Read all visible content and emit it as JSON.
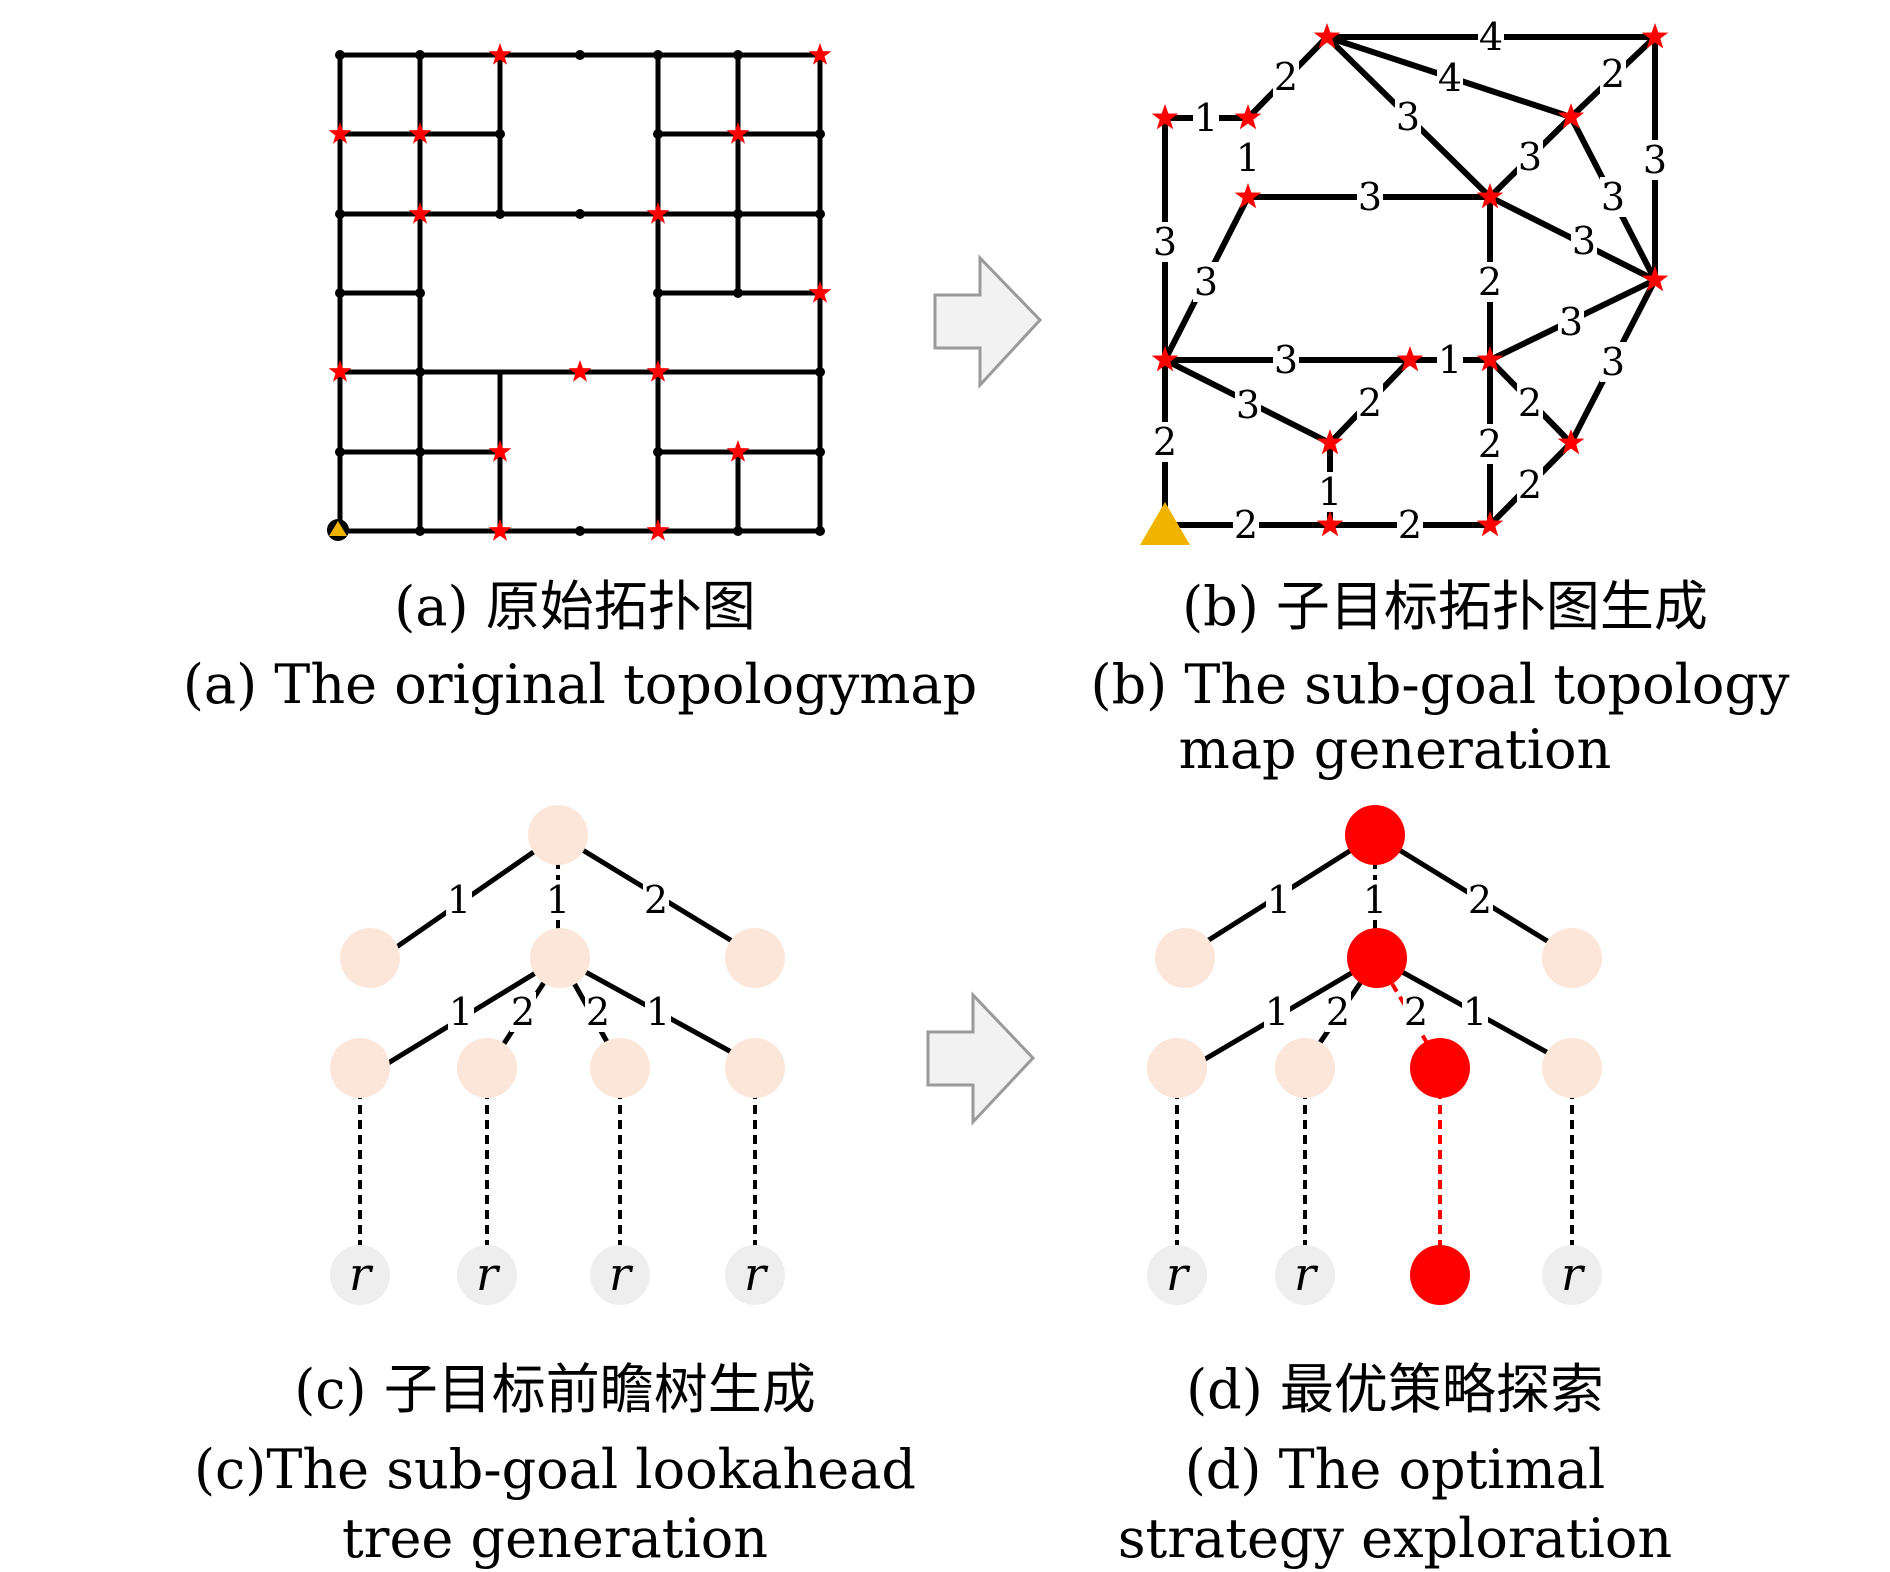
{
  "panels": {
    "a": {
      "caption_cn": "(a) 原始拓扑图",
      "caption_en": [
        "(a) The original topologymap"
      ]
    },
    "b": {
      "caption_cn": "(b) 子目标拓扑图生成",
      "caption_en": [
        "(b) The sub-goal topology",
        "map generation"
      ],
      "edge_weights": [
        "1",
        "2",
        "4",
        "4",
        "2",
        "3",
        "3",
        "3",
        "1",
        "3",
        "3",
        "2",
        "3",
        "3",
        "3",
        "1",
        "3",
        "2",
        "2",
        "2",
        "2",
        "2",
        "2",
        "1",
        "2",
        "3",
        "3"
      ]
    },
    "c": {
      "caption_cn": "(c) 子目标前瞻树生成",
      "caption_en": [
        "(c)The sub-goal lookahead",
        "tree generation"
      ],
      "edge_weights": [
        "1",
        "1",
        "2",
        "1",
        "2",
        "2",
        "1"
      ],
      "leaf_label": "r"
    },
    "d": {
      "caption_cn": "(d) 最优策略探索",
      "caption_en": [
        "(d) The optimal",
        "strategy exploration"
      ],
      "edge_weights": [
        "1",
        "1",
        "2",
        "1",
        "2",
        "2",
        "1"
      ],
      "leaf_label": "r"
    }
  },
  "colors": {
    "goal_star": "#ff0000",
    "start_marker": "#f0b400",
    "tree_node": "#fbe6d9",
    "optimal_path": "#ff0000"
  }
}
